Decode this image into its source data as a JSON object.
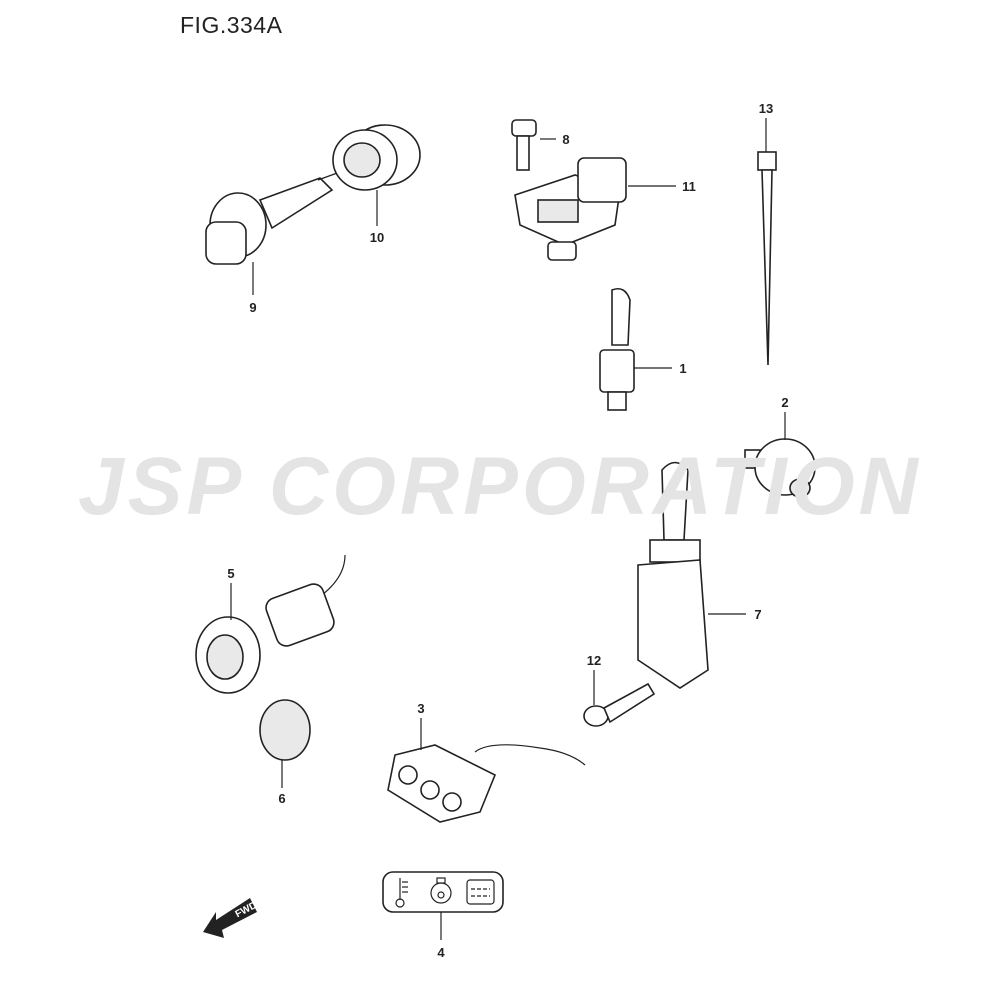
{
  "figure": {
    "title": "FIG.334A"
  },
  "watermark": "JSP CORPORATION",
  "callouts": {
    "p1": "1",
    "p2": "2",
    "p3": "3",
    "p4": "4",
    "p5": "5",
    "p6": "6",
    "p7": "7",
    "p8": "8",
    "p9": "9",
    "p10": "10",
    "p11": "11",
    "p12": "12",
    "p13": "13"
  },
  "direction_arrow": "FWD",
  "label_icons": [
    "thermometer-icon",
    "engine-oil-icon",
    "battery-icon"
  ]
}
